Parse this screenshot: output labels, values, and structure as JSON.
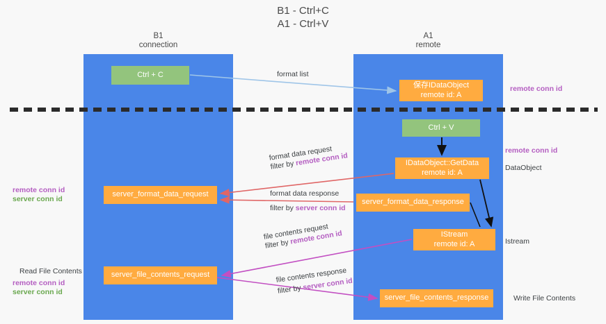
{
  "title": {
    "line1": "B1 - Ctrl+C",
    "line2": "A1 - Ctrl+V"
  },
  "lanes": [
    {
      "name": "b1",
      "title": "B1",
      "subtitle": "connection",
      "color": "#4a86e8"
    },
    {
      "name": "a1",
      "title": "A1",
      "subtitle": "remote",
      "color": "#4a86e8"
    }
  ],
  "nodes": {
    "ctrl_c": {
      "label": "Ctrl + C",
      "color": "#93c47d"
    },
    "idataobject_line1": "保存IDataObject",
    "idataobject_line2": "remote id: A",
    "ctrl_v": {
      "label": "Ctrl + V",
      "color": "#93c47d"
    },
    "getdata_line1": "IDataObject::GetData",
    "getdata_line2": "remote id: A",
    "server_format_data_request": "server_format_data_request",
    "server_format_data_response": "server_format_data_response",
    "istream_line1": "IStream",
    "istream_line2": "remote id: A",
    "server_file_contents_request": "server_file_contents_request",
    "server_file_contents_response": "server_file_contents_response"
  },
  "edge_labels": {
    "format_list": "format list",
    "format_data_request": "format data request",
    "format_data_request_filter_prefix": "filter by ",
    "format_data_request_filter_key": "remote conn id",
    "format_data_response": "format data response",
    "format_data_response_filter_prefix": "filter by ",
    "format_data_response_filter_key": "server conn id",
    "file_contents_request": "file contents request",
    "file_contents_request_filter_prefix": "filter by ",
    "file_contents_request_filter_key": "remote conn id",
    "file_contents_response": "file contents response",
    "file_contents_response_filter_prefix": "filter by ",
    "file_contents_response_filter_key": "server conn id"
  },
  "annotations": {
    "right_remote_conn_id_top": "remote conn id",
    "right_remote_conn_id_mid": "remote conn id",
    "right_dataobject": "DataObject",
    "right_istream": "Istream",
    "right_write_file_contents": "Write File Contents",
    "left_remote_conn_id_mid": "remote conn id",
    "left_server_conn_id_mid": "server conn id",
    "left_read_file_contents": "Read File Contents",
    "left_remote_conn_id_bottom": "remote conn id",
    "left_server_conn_id_bottom": "server conn id"
  },
  "colors": {
    "lane": "#4a86e8",
    "node_green": "#93c47d",
    "node_orange": "#ffab40",
    "accent_purple": "#b45ec1",
    "accent_green": "#6aa84f",
    "arrow_blue": "#9fc5e8",
    "arrow_red": "#e06666",
    "arrow_magenta": "#c24fc2",
    "arrow_black": "#111111",
    "divider": "#2b2b2b",
    "background": "#f8f8f8"
  }
}
